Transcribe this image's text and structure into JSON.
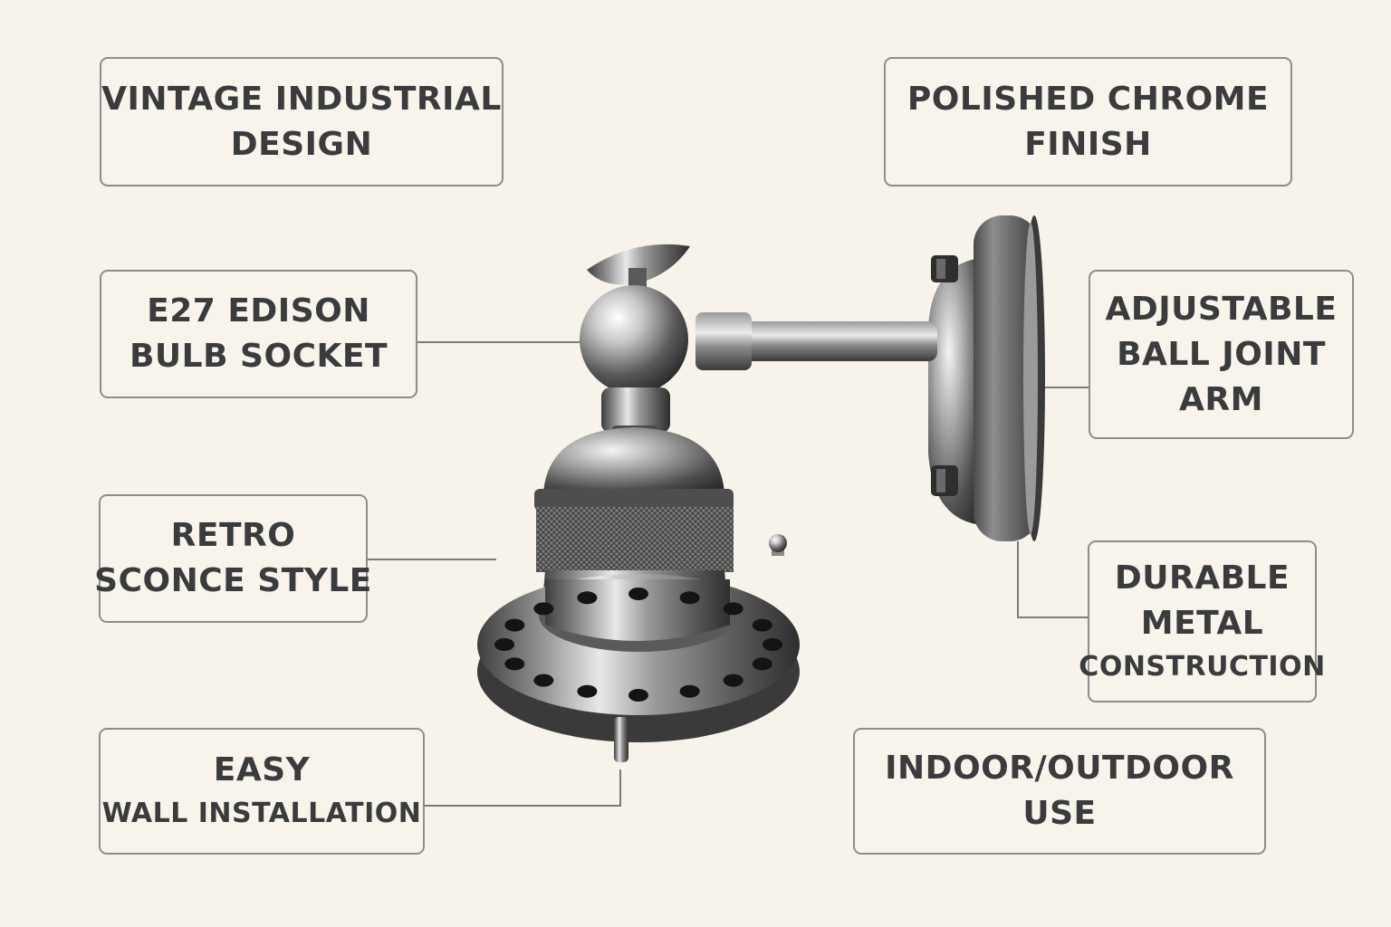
{
  "colors": {
    "background": "#f7f3ea",
    "box_border": "#8d8d8d",
    "text": "#3a3b3d",
    "leader_line": "#7a7a7a",
    "metal_light": "#e6e6e6",
    "metal_dark": "#3c3c3c"
  },
  "product_image": "chrome-wall-sconce",
  "labels": {
    "vintage": [
      "VINTAGE INDUSTRIAL",
      "DESIGN"
    ],
    "chrome": [
      "POLISHED CHROME",
      "FINISH"
    ],
    "socket": [
      "E27 EDISON",
      "BULB SOCKET"
    ],
    "arm": [
      "ADJUSTABLE",
      "BALL JOINT",
      "ARM"
    ],
    "retro": [
      "RETRO",
      "SCONCE STYLE"
    ],
    "durable": [
      "DURABLE",
      "METAL",
      "CONSTRUCTION"
    ],
    "install": [
      "EASY",
      "WALL INSTALLATION"
    ],
    "indoor": [
      "INDOOR/OUTDOOR",
      "USE"
    ]
  }
}
